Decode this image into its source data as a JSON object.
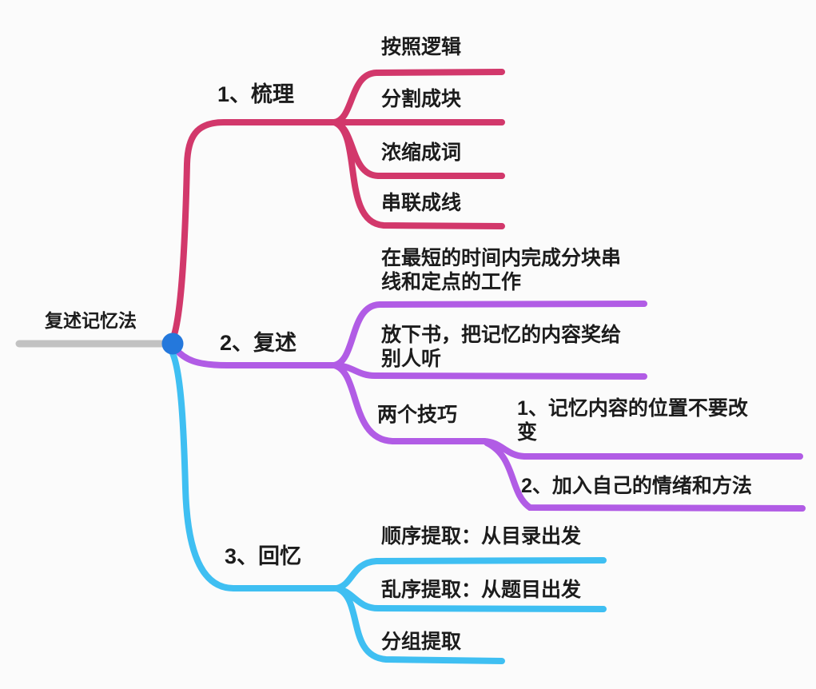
{
  "colors": {
    "branch1": "#D2386B",
    "branch2": "#B15CE5",
    "branch3": "#3FBFF2",
    "root_line": "#C2C2C2",
    "node_dot": "#2478DC",
    "text": "#1C1C1C",
    "background": "#FBFBFB"
  },
  "mindmap": {
    "root": {
      "label": "复述记忆法"
    },
    "branches": [
      {
        "label": "1、梳理",
        "children": [
          {
            "label": "按照逻辑"
          },
          {
            "label": "分割成块"
          },
          {
            "label": "浓缩成词"
          },
          {
            "label": "串联成线"
          }
        ]
      },
      {
        "label": "2、复述",
        "children": [
          {
            "label": "在最短的时间内完成分块串线和定点的工作"
          },
          {
            "label": "放下书，把记忆的内容奖给别人听"
          },
          {
            "label": "两个技巧",
            "children": [
              {
                "label": "1、记忆内容的位置不要改变"
              },
              {
                "label": "2、加入自己的情绪和方法"
              }
            ]
          }
        ]
      },
      {
        "label": "3、回忆",
        "children": [
          {
            "label": "顺序提取：从目录出发"
          },
          {
            "label": "乱序提取：从题目出发"
          },
          {
            "label": "分组提取"
          }
        ]
      }
    ]
  }
}
